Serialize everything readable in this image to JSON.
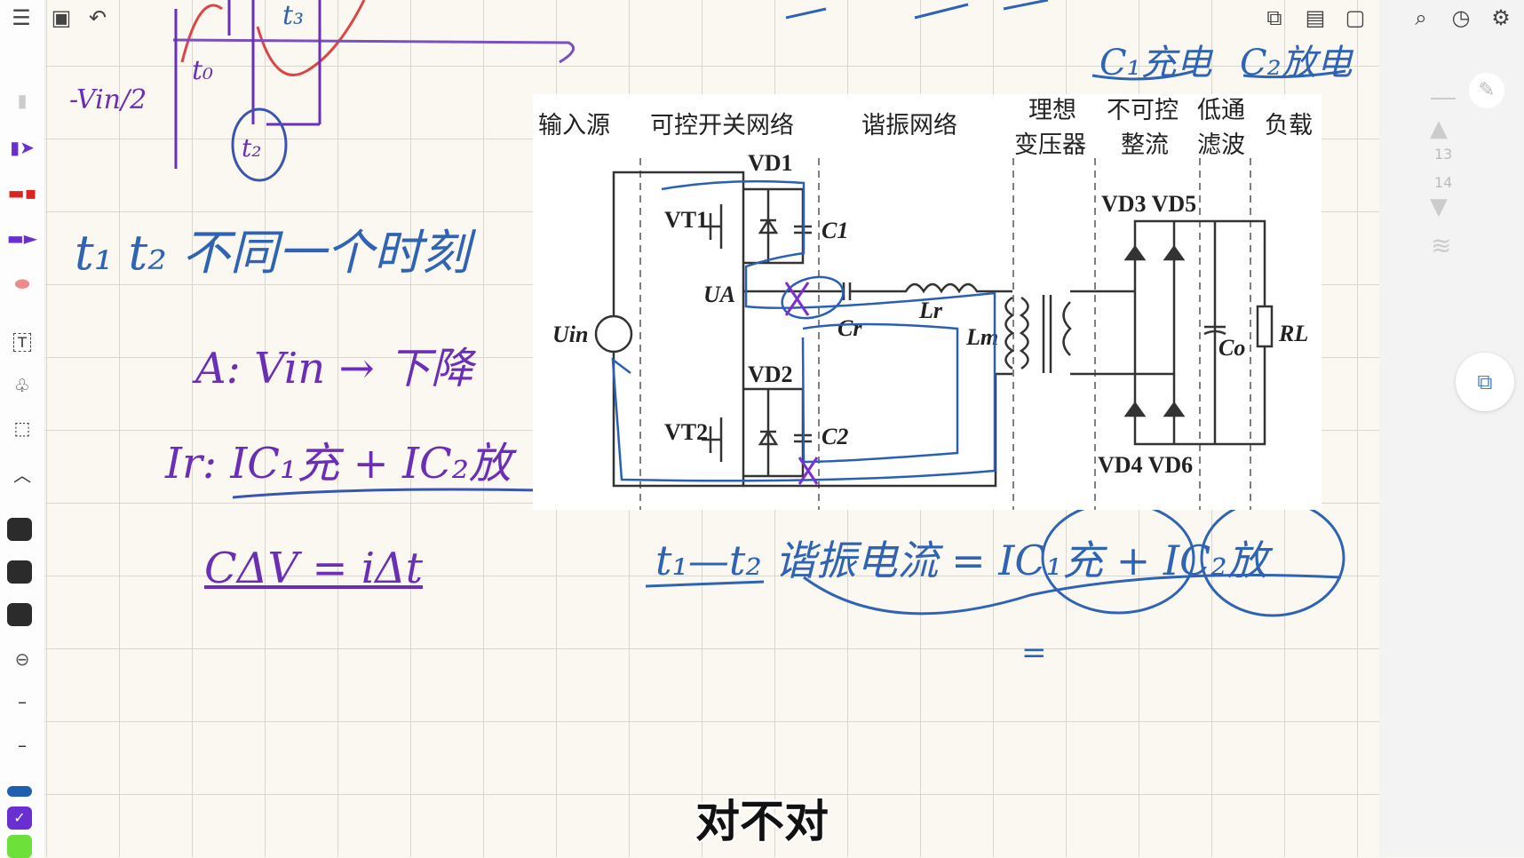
{
  "toolbar": {
    "left_icons": [
      "menu-icon",
      "document-icon",
      "undo-icon"
    ],
    "right_icons": [
      "copy-page-icon",
      "list-icon",
      "page-icon",
      "search-document-icon",
      "history-clock-icon",
      "settings-gear-icon"
    ]
  },
  "left_tools": [
    "eraser",
    "fountain-pen",
    "marker-red",
    "pencil-purple",
    "highlighter-pink",
    "text-box",
    "shapes",
    "lasso-select",
    "collapse"
  ],
  "text_tool_label": "T",
  "colors": {
    "swatch1": "#2b2b2b",
    "swatch2": "#2b2b2b",
    "swatch3": "#2b2b2b",
    "blue": "#1f5fb0",
    "purple": "#6a2fd0",
    "green": "#6ee03a",
    "hand_blue": "#2f63b3",
    "hand_purple": "#6a2fb5"
  },
  "right_panel": {
    "page_prev": "13",
    "page_next": "14"
  },
  "diagram": {
    "sections": {
      "input": "输入源",
      "switch": "可控开关网络",
      "resonant": "谐振网络",
      "transformer_1": "理想",
      "transformer_2": "变压器",
      "rectifier_1": "不可控",
      "rectifier_2": "整流",
      "filter_1": "低通",
      "filter_2": "滤波",
      "load": "负载"
    },
    "labels": {
      "vd1": "VD1",
      "vd2": "VD2",
      "vt1": "VT1",
      "vt2": "VT2",
      "c1": "C1",
      "c2": "C2",
      "ua": "UA",
      "uin": "Uin",
      "cr": "Cr",
      "lr": "Lr",
      "lm": "Lm",
      "vd3_vd5": "VD3 VD5",
      "vd4_vd6": "VD4 VD6",
      "co": "Co",
      "rl": "RL"
    }
  },
  "notes": {
    "t1_t2": "t₁   t₂ 不同一个时刻",
    "a_vin": "A: Vin → 下降",
    "ir": "Ir: IC₁充 + IC₂放",
    "cdv": "CΔV = iΔt",
    "resonant_current": "t₁—t₂  谐振电流 = IC₁充 + IC₂放",
    "c1_charge": "C₁充电",
    "c2_discharge": "C₂放电",
    "neg_vin_half": "-Vin/2",
    "t0": "t₀",
    "t2": "t₂",
    "t3": "t₃",
    "equals": "="
  },
  "subtitle": "对不对"
}
